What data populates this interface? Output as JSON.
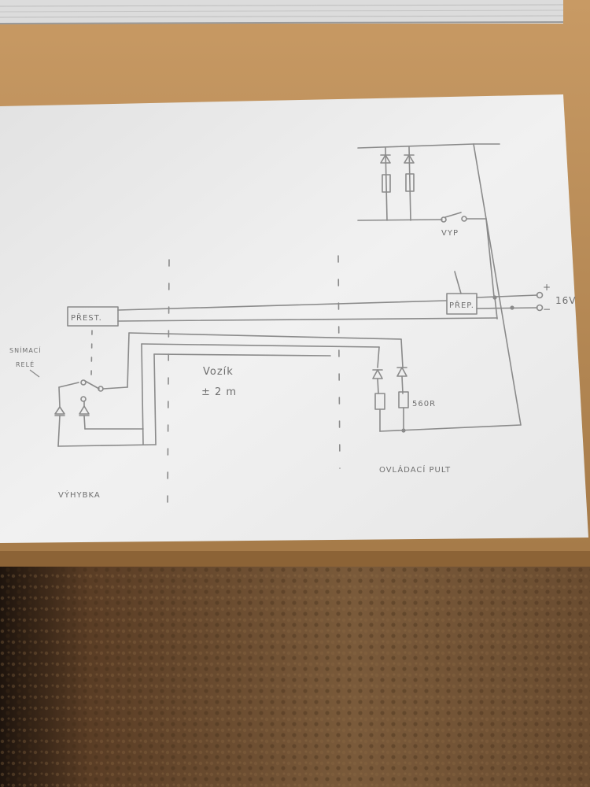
{
  "diagram": {
    "labels": {
      "prest": "PŘEST.",
      "prep": "PŘEP.",
      "vyp": "VYP",
      "plus": "+",
      "minus": "−",
      "voltage": "16V",
      "relay": "SNÍMACÍ RELÉ",
      "relay_line1": "SNÍMACÍ",
      "relay_line2": "RELÉ",
      "vozik": "Vozík",
      "distance": "± 2 m",
      "resistor": "560R",
      "ovladaci_pult": "OVLÁDACÍ PULT",
      "vyhybka": "VÝHYBKA"
    },
    "colors": {
      "desk": "#4a3322",
      "wood": "#b88c5a",
      "paper": "#ececec",
      "ink": "#8a8a8a",
      "carpet": "#6b4c30"
    }
  }
}
